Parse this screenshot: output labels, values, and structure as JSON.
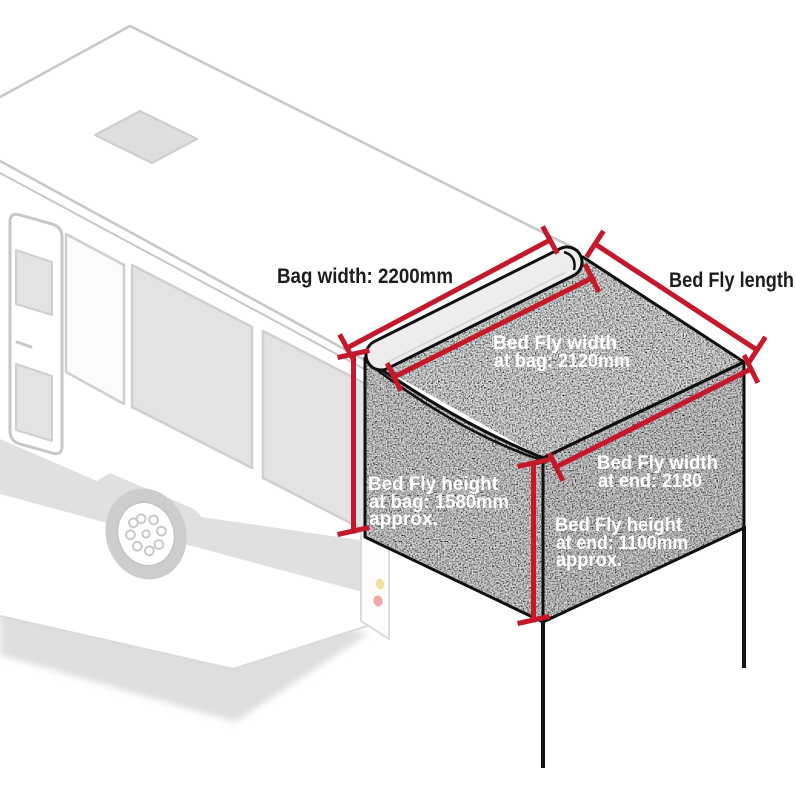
{
  "figure": {
    "kind": "dimension-diagram"
  },
  "colors": {
    "background": "#ffffff",
    "dimension_red": "#c6182b",
    "fabric_gray": "#a6a6a6",
    "fabric_outline": "#101010",
    "trailer_line_gray": "#c7c7c7",
    "window_fill": "#e3e3e3",
    "tail_light_amber": "#f1e3a2",
    "tail_light_red": "#f0a8a4"
  },
  "labels": {
    "bag_width": "Bag width: 2200mm",
    "bed_fly_length": "Bed Fly length",
    "width_at_bag_1": "Bed Fly width",
    "width_at_bag_2": "at bag: 2120mm",
    "width_at_end_1": "Bed Fly width",
    "width_at_end_2": "at end: 2180",
    "height_at_bag_1": "Bed Fly height",
    "height_at_bag_2": "at bag: 1580mm",
    "height_at_bag_3": "approx.",
    "height_at_end_1": "Bed Fly height",
    "height_at_end_2": "at end: 1100mm",
    "height_at_end_3": "approx."
  },
  "measurements": {
    "bag_width_mm": 2200,
    "bed_fly_width_at_bag_mm": 2120,
    "bed_fly_width_at_end_mm": 2180,
    "bed_fly_height_at_bag_mm": 1580,
    "bed_fly_height_at_end_mm": 1100
  }
}
